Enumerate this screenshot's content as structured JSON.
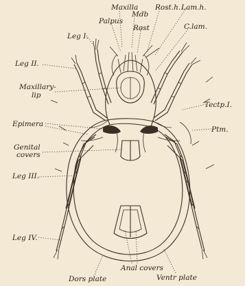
{
  "figure": {
    "labels": {
      "maxilla": "Maxilla",
      "mdb": "Mdb",
      "palpus": "Palpus",
      "rost": "Rost",
      "rost_h": "Rost.h.",
      "lam_h": "Lam.h.",
      "clam": "C.lam.",
      "leg1": "Leg I.",
      "leg2": "Leg II.",
      "maxillary_lip": "Maxillary-\nlip",
      "tectp": "Tectp.I.",
      "epimera": "Epimera",
      "ptm": "Ptm.",
      "genital_covers": "Genital\ncovers",
      "leg3": "Leg III.",
      "leg4": "Leg IV.",
      "anal_covers": "Anal covers",
      "dors_plate": "Dors plate",
      "ventr_plate": "Ventr plate"
    }
  }
}
